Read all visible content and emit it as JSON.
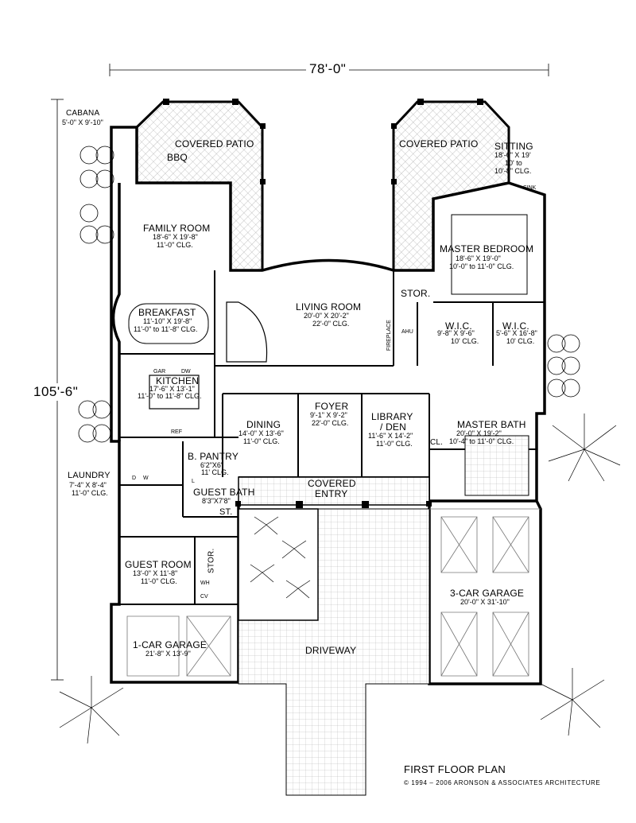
{
  "overall": {
    "width": "78'-0\"",
    "depth": "105'-6\""
  },
  "rooms": {
    "cabana": {
      "name": "CABANA",
      "dims": "5'-0\" X 9'-10\""
    },
    "covered_patio_left": {
      "name": "COVERED PATIO"
    },
    "covered_patio_right": {
      "name": "COVERED PATIO"
    },
    "bbq": {
      "name": "BBQ"
    },
    "sitting": {
      "name": "SITTING",
      "dims": "18'-6\" X 19'",
      "clg1": "10' to",
      "clg2": "10'-8\" CLG."
    },
    "family_room": {
      "name": "FAMILY ROOM",
      "dims": "18'-6\" X 19'-8\"",
      "clg": "11'-0\" CLG."
    },
    "master_bedroom": {
      "name": "MASTER BEDROOM",
      "dims": "18'-6\" X 19'-0\"",
      "clg": "10'-0\" to 11'-0\" CLG."
    },
    "living_room": {
      "name": "LIVING ROOM",
      "dims": "20'-0\" X 20'-2\"",
      "clg": "22'-0\" CLG."
    },
    "stor_master": {
      "name": "STOR."
    },
    "breakfast": {
      "name": "BREAKFAST",
      "dims": "11'-10\" X 19'-8\"",
      "clg": "11'-0\" to 11'-8\" CLG."
    },
    "wic1": {
      "name": "W.I.C.",
      "dims": "9'-8\" X 9'-6\"",
      "clg": "10' CLG."
    },
    "wic2": {
      "name": "W.I.C.",
      "dims": "5'-6\" X 16'-8\"",
      "clg": "10' CLG."
    },
    "kitchen": {
      "name": "KITCHEN",
      "dims": "17'-6\" X 13'-1\"",
      "clg": "11'-0\" to 11'-8\" CLG."
    },
    "dining": {
      "name": "DINING",
      "dims": "14'-0\" X 13'-6\"",
      "clg": "11'-0\" CLG."
    },
    "foyer": {
      "name": "FOYER",
      "dims": "9'-1\" X 9'-2\"",
      "clg": "22'-0\" CLG."
    },
    "library": {
      "name": "LIBRARY",
      "name2": "/ DEN",
      "dims": "11'-6\" X 14'-2\"",
      "clg": "11'-0\" CLG."
    },
    "master_bath": {
      "name": "MASTER BATH",
      "dims": "20'-0\" X 19'-2\"",
      "clg": "10'-4\" to 11'-0\" CLG."
    },
    "cl": {
      "name": "CL."
    },
    "b_pantry": {
      "name": "B. PANTRY",
      "dims": "6'2\"X6'",
      "clg": "11' CLG."
    },
    "laundry": {
      "name": "LAUNDRY",
      "dims": "7'-4\" X 8'-4\"",
      "clg": "11'-0\" CLG."
    },
    "guest_bath": {
      "name": "GUEST BATH",
      "dims": "8'3\"X7'8\""
    },
    "st": {
      "name": "ST."
    },
    "covered_entry": {
      "name": "COVERED",
      "name2": "ENTRY"
    },
    "guest_room": {
      "name": "GUEST ROOM",
      "dims": "13'-0\" X 11'-8\"",
      "clg": "11'-0\" CLG."
    },
    "stor_guest": {
      "name": "STOR."
    },
    "garage_3": {
      "name": "3-CAR GARAGE",
      "dims": "20'-0\" X 31'-10\""
    },
    "garage_1": {
      "name": "1-CAR GARAGE",
      "dims": "21'-8\" X 13'-9\""
    },
    "driveway": {
      "name": "DRIVEWAY"
    }
  },
  "fixtures": {
    "fireplace": "FIREPLACE",
    "ahu": "AHU",
    "wh": "WH",
    "cv": "CV",
    "ref": "REF",
    "dw": "DW",
    "gar": "GAR",
    "sink": "SINK",
    "d": "D",
    "w": "W",
    "l": "L"
  },
  "footer": {
    "title": "FIRST FLOOR PLAN",
    "copyright": "© 1994 – 2006 ARONSON & ASSOCIATES ARCHITECTURE"
  }
}
